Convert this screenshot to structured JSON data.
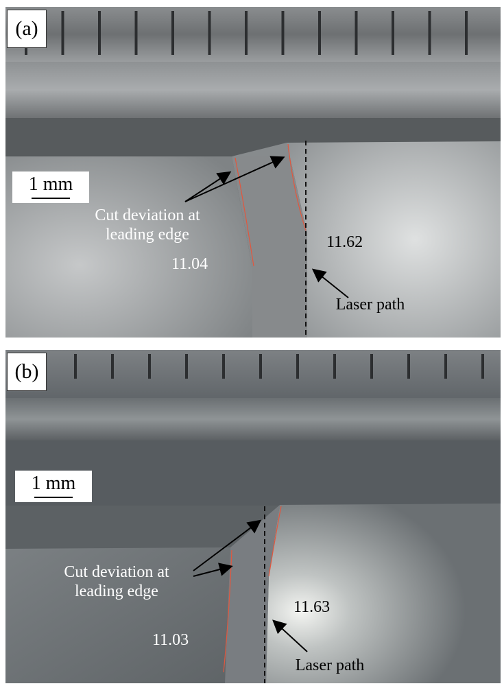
{
  "panels": [
    {
      "tag": "(a)",
      "scale_label": "1 mm",
      "annotation": "Cut deviation at leading edge",
      "annotation_line1": "Cut deviation at",
      "annotation_line2": "leading edge",
      "left_value": "11.04",
      "right_value": "11.62",
      "laser_label": "Laser path"
    },
    {
      "tag": "(b)",
      "scale_label": "1 mm",
      "annotation_line1": "Cut deviation at",
      "annotation_line2": "leading edge",
      "left_value": "11.03",
      "right_value": "11.63",
      "laser_label": "Laser path"
    }
  ],
  "colors": {
    "metal_light": "#c8cacb",
    "metal_dark": "#5b5f61",
    "ruler_tick": "#2c2e30",
    "cut_edge": "#e2573e",
    "laser_line": "#111111"
  }
}
